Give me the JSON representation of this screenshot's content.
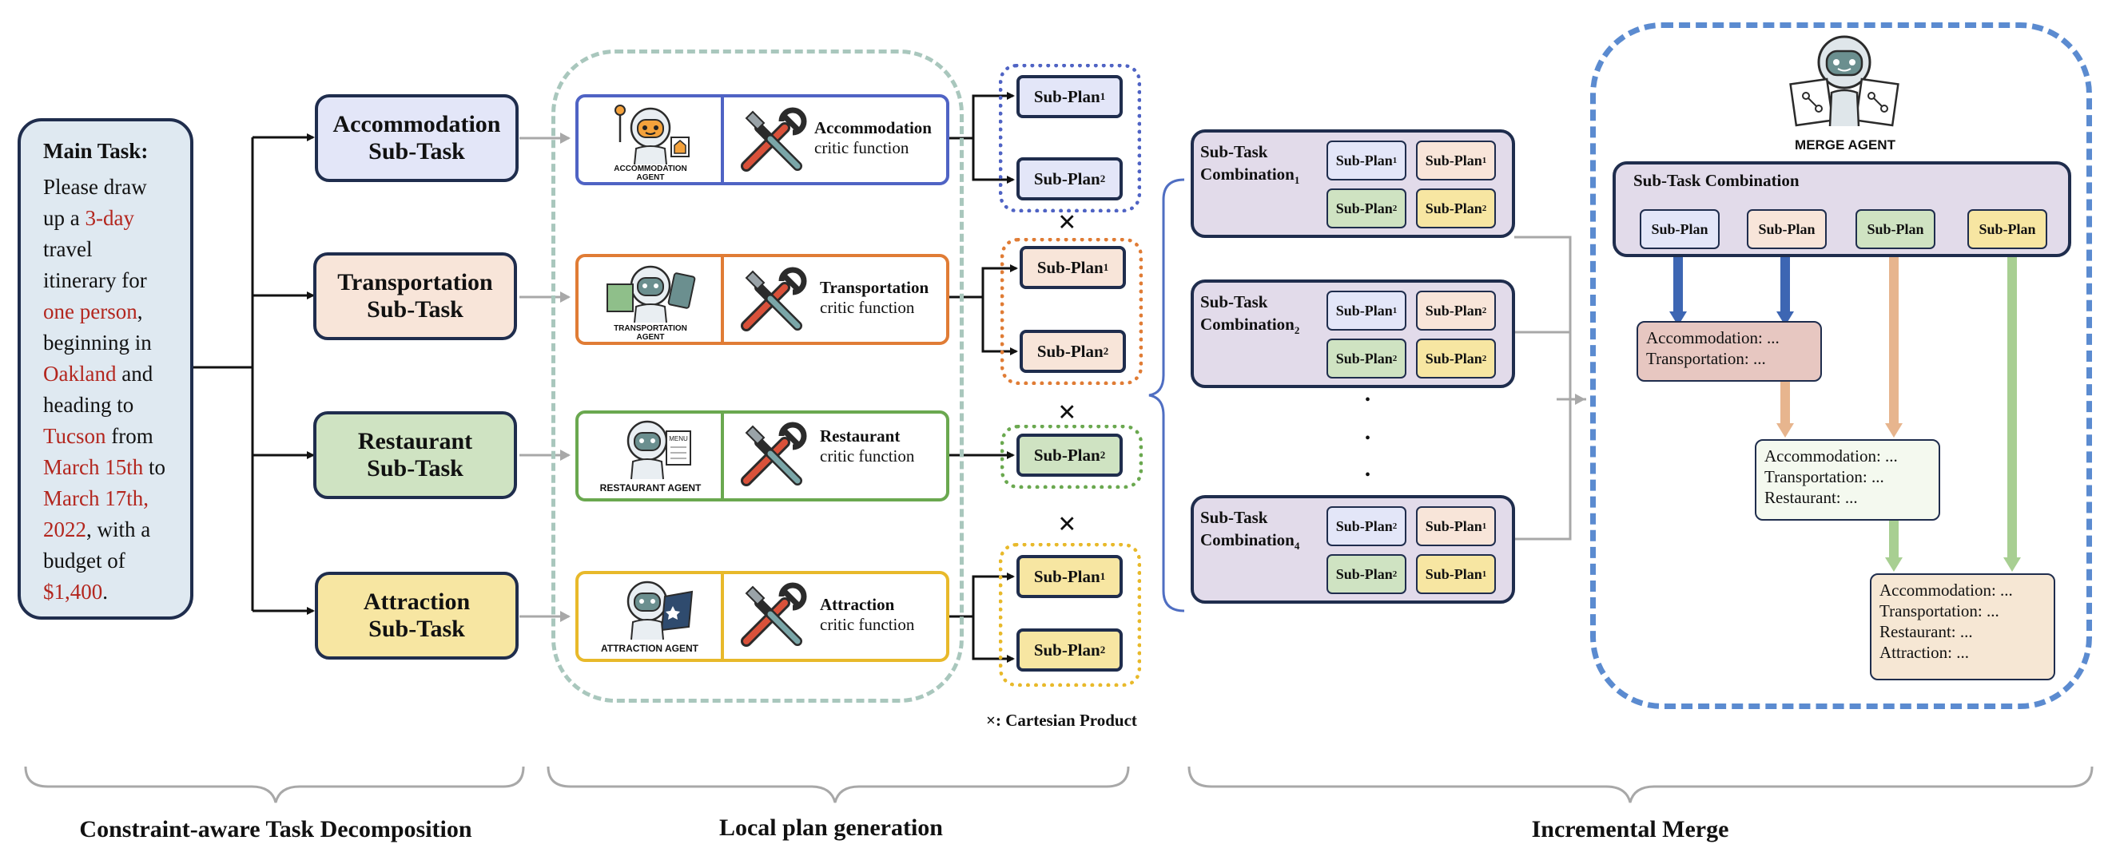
{
  "main_task": {
    "title": "Main Task:",
    "lines": [
      [
        {
          "t": "Please draw",
          "red": false
        }
      ],
      [
        {
          "t": "up a ",
          "red": false
        },
        {
          "t": "3-day",
          "red": true
        }
      ],
      [
        {
          "t": "travel",
          "red": false
        }
      ],
      [
        {
          "t": "itinerary for",
          "red": false
        }
      ],
      [
        {
          "t": "one person",
          "red": true
        },
        {
          "t": ",",
          "red": false
        }
      ],
      [
        {
          "t": "beginning in",
          "red": false
        }
      ],
      [
        {
          "t": "Oakland",
          "red": true
        },
        {
          "t": " and",
          "red": false
        }
      ],
      [
        {
          "t": "heading to",
          "red": false
        }
      ],
      [
        {
          "t": "Tucson",
          "red": true
        },
        {
          "t": " from",
          "red": false
        }
      ],
      [
        {
          "t": "March 15th",
          "red": true
        },
        {
          "t": " to",
          "red": false
        }
      ],
      [
        {
          "t": "March 17th,",
          "red": true
        }
      ],
      [
        {
          "t": "2022",
          "red": true
        },
        {
          "t": ", with a",
          "red": false
        }
      ],
      [
        {
          "t": "budget of",
          "red": false
        }
      ],
      [
        {
          "t": "$1,400",
          "red": true
        },
        {
          "t": ".",
          "red": false
        }
      ]
    ]
  },
  "subtasks": [
    {
      "line1": "Accommodation",
      "line2": "Sub-Task"
    },
    {
      "line1": "Transportation",
      "line2": "Sub-Task"
    },
    {
      "line1": "Restaurant",
      "line2": "Sub-Task"
    },
    {
      "line1": "Attraction",
      "line2": "Sub-Task"
    }
  ],
  "agents": [
    {
      "label": "ACCOMMODATION AGENT",
      "critic_name": "Accommodation",
      "critic_fn": "critic function"
    },
    {
      "label": "TRANSPORTATION AGENT",
      "critic_name": "Transportation",
      "critic_fn": "critic function"
    },
    {
      "label": "RESTAURANT AGENT",
      "critic_name": "Restaurant",
      "critic_fn": "critic function"
    },
    {
      "label": "ATTRACTION AGENT",
      "critic_name": "Attraction",
      "critic_fn": "critic function"
    }
  ],
  "subplan": {
    "base": "Sub-Plan",
    "idx1": "1",
    "idx2": "2"
  },
  "cartesian_symbol": "×",
  "cartesian_legend": "×: Cartesian Product",
  "combinations": [
    {
      "label": "Sub-Task",
      "label2": "Combination",
      "idx": "1",
      "cells": [
        [
          "1",
          "1"
        ],
        [
          "2",
          "2"
        ]
      ]
    },
    {
      "label": "Sub-Task",
      "label2": "Combination",
      "idx": "2",
      "cells": [
        [
          "1",
          "2"
        ],
        [
          "2",
          "2"
        ]
      ]
    },
    {
      "label": "Sub-Task",
      "label2": "Combination",
      "idx": "4",
      "cells": [
        [
          "2",
          "1"
        ],
        [
          "2",
          "1"
        ]
      ]
    }
  ],
  "dots": "•",
  "merge": {
    "agent_label": "MERGE AGENT",
    "combination_title": "Sub-Task Combination",
    "subplan_label": "Sub-Plan",
    "card1": [
      "Accommodation: ...",
      "Transportation: ..."
    ],
    "card2": [
      "Accommodation: ...",
      "Transportation: ...",
      "Restaurant: ..."
    ],
    "card3": [
      "Accommodation: ...",
      "Transportation: ...",
      "Restaurant: ...",
      "Attraction: ..."
    ]
  },
  "phases": [
    "Constraint-aware Task Decomposition",
    "Local plan generation",
    "Incremental Merge"
  ],
  "colors": {
    "navy": "#1f2d4d",
    "accommodation": "#e3e6f8",
    "transportation": "#f8e5d9",
    "restaurant": "#cfe3c2",
    "attraction": "#f7e6a2",
    "accommodation_border": "#4f63c4",
    "transportation_border": "#e07c35",
    "restaurant_border": "#6aa84f",
    "attraction_border": "#e8b92a",
    "blue_arrow": "#3d66b3",
    "merge_border": "#5b8bd0",
    "combo": "#e2dbea",
    "card1": "#e7c7c1",
    "card2": "#f4f9ef",
    "card3": "#f6e7d4",
    "grey": "#a8a8a8",
    "teal_dash": "#a9c7bd",
    "red": "#b3261e"
  }
}
